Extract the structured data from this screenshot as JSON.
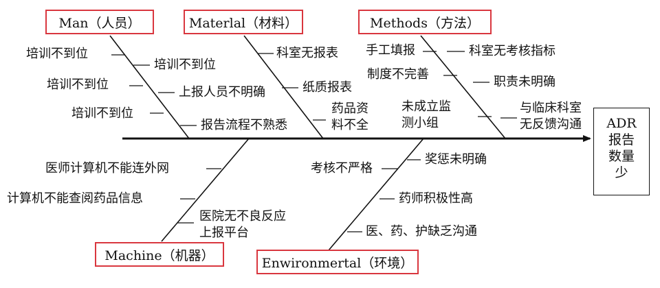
{
  "categories": {
    "man": "Man（人员）",
    "material": "Materlal（材料）",
    "methods": "Methods（方法）",
    "machine": "Machine（机器）",
    "environment": "Enwironmertal（环境）"
  },
  "effect": {
    "line1": "ADR",
    "line2": "报告",
    "line3": "数量",
    "line4": "少"
  },
  "causes": {
    "man": [
      "培训不到位",
      "培训不到位",
      "培训不到位",
      "培训不到位",
      "上报人员不明确",
      "报告流程不熟悉"
    ],
    "material": [
      "科室无报表",
      "纸质报表",
      "药品资",
      "料不全"
    ],
    "methods": [
      "手工填报",
      "科室无考核指标",
      "制度不完善",
      "职责未明确",
      "未成立监",
      "测小组",
      "与临床科室",
      "无反馈沟通"
    ],
    "machine": [
      "医师计算机不能连外网",
      "计算机不能查阅药品信息",
      "医院无不良反应",
      "上报平台"
    ],
    "environment": [
      "考核不严格",
      "奖惩未明确",
      "药师积极性高",
      "医、药、护缺乏沟通"
    ]
  }
}
